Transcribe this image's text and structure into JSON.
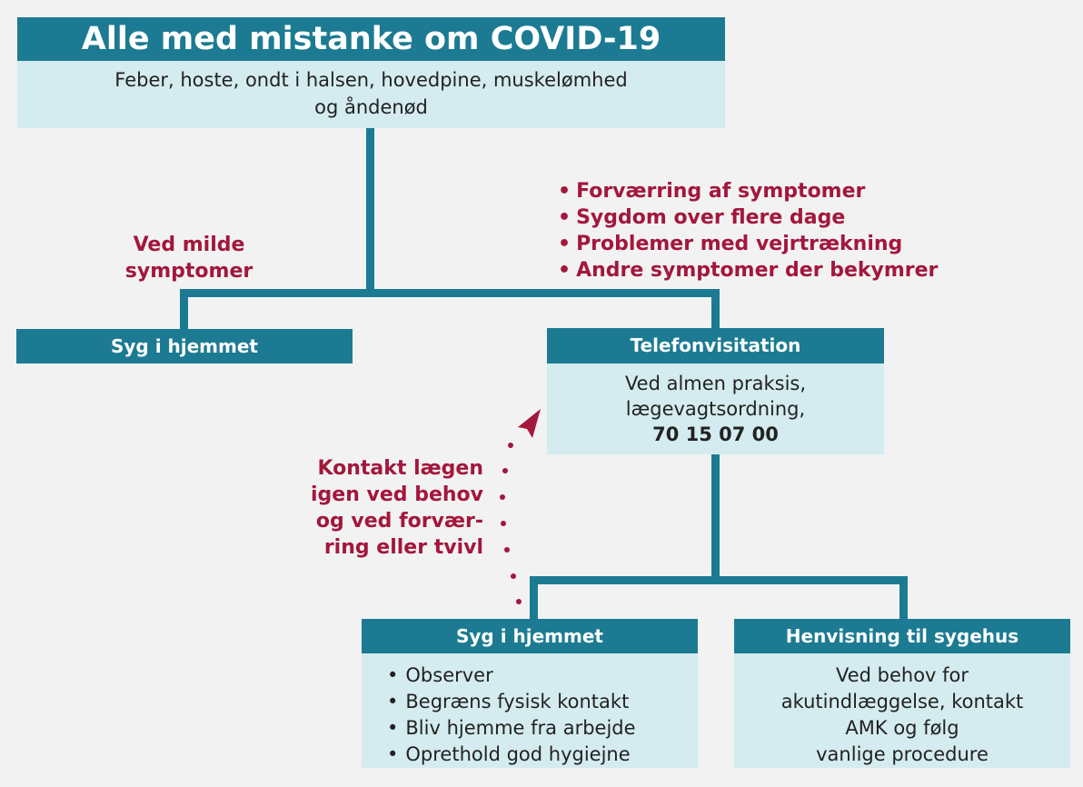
{
  "top": {
    "title": "Alle med mistanke om COVID-19",
    "line1": "Feber, hoste, ondt i halsen, hovedpine, muskelømhed",
    "line2": "og åndenød"
  },
  "mild": {
    "line1": "Ved milde",
    "line2": "symptomer"
  },
  "worse": {
    "items": [
      "Forværring af symptomer",
      "Sygdom over flere dage",
      "Problemer med vejrtrækning",
      "Andre symptomer der bekymrer"
    ]
  },
  "home_first": {
    "title": "Syg i hjemmet"
  },
  "telephone": {
    "title": "Telefonvisitation",
    "line1": "Ved almen praksis,",
    "line2": "lægevagtsordning,",
    "phone": "70 15 07 00"
  },
  "contact_again": {
    "lines": [
      "Kontakt lægen",
      "igen ved behov",
      "og ved forvær-",
      "ring eller tvivl"
    ]
  },
  "home_second": {
    "title": "Syg i hjemmet",
    "items": [
      "Observer",
      "Begræns fysisk kontakt",
      "Bliv hjemme fra arbejde",
      "Oprethold god hygiejne"
    ]
  },
  "hospital": {
    "title": "Henvisning til sygehus",
    "lines": [
      "Ved behov for",
      "akutindlæggelse, kontakt",
      "AMK og følg",
      "vanlige procedure"
    ]
  },
  "colors": {
    "teal": "#1c7b92",
    "light": "#d4ecef",
    "red": "#a3173c"
  }
}
